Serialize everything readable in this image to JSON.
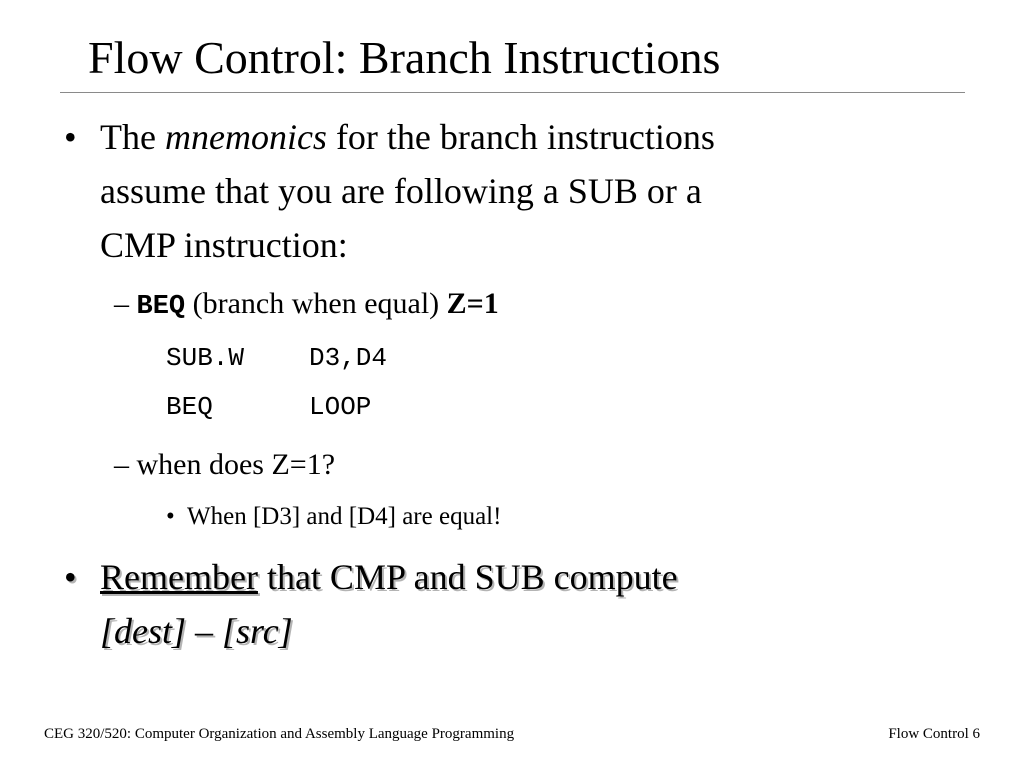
{
  "slide": {
    "title": "Flow Control: Branch Instructions",
    "bullet_main": {
      "marker": "•",
      "line1_part1": "The",
      "line1_italic": "mnemonics",
      "line1_part2": "for the branch instructions",
      "line2": "assume that you are following a SUB or a",
      "line3": "CMP instruction:"
    },
    "sub_beq": {
      "dash": "–",
      "code": "BEQ",
      "text": "(branch when equal)",
      "flag": "Z=1"
    },
    "code_example": [
      {
        "op": "SUB.W",
        "args": "D3,D4"
      },
      {
        "op": "BEQ",
        "args": "LOOP"
      }
    ],
    "sub_when": {
      "dash": "–",
      "text": "when does Z=1?"
    },
    "sub_sub_when": {
      "marker": "•",
      "text": "When [D3] and [D4] are equal!"
    },
    "bullet_remember": {
      "marker": "•",
      "underlined": "Remember",
      "rest": "that CMP and SUB compute",
      "line2": "[dest] – [src]"
    }
  },
  "footer": {
    "left": "CEG 320/520: Computer Organization and Assembly Language Programming",
    "right": "Flow Control 6"
  }
}
